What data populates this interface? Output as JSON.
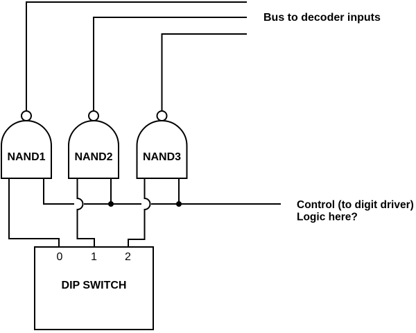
{
  "diagram": {
    "background": "#ffffff",
    "wire_color": "#000000",
    "annotations": {
      "bus_label": "Bus to decoder inputs",
      "control_label_line1": "Control (to digit driver)",
      "control_label_line2": "Logic here?"
    },
    "gates": [
      {
        "label": "NAND1"
      },
      {
        "label": "NAND2"
      },
      {
        "label": "NAND3"
      }
    ],
    "dip_switch": {
      "label": "DIP SWITCH",
      "pin_labels": [
        "0",
        "1",
        "2"
      ]
    }
  }
}
